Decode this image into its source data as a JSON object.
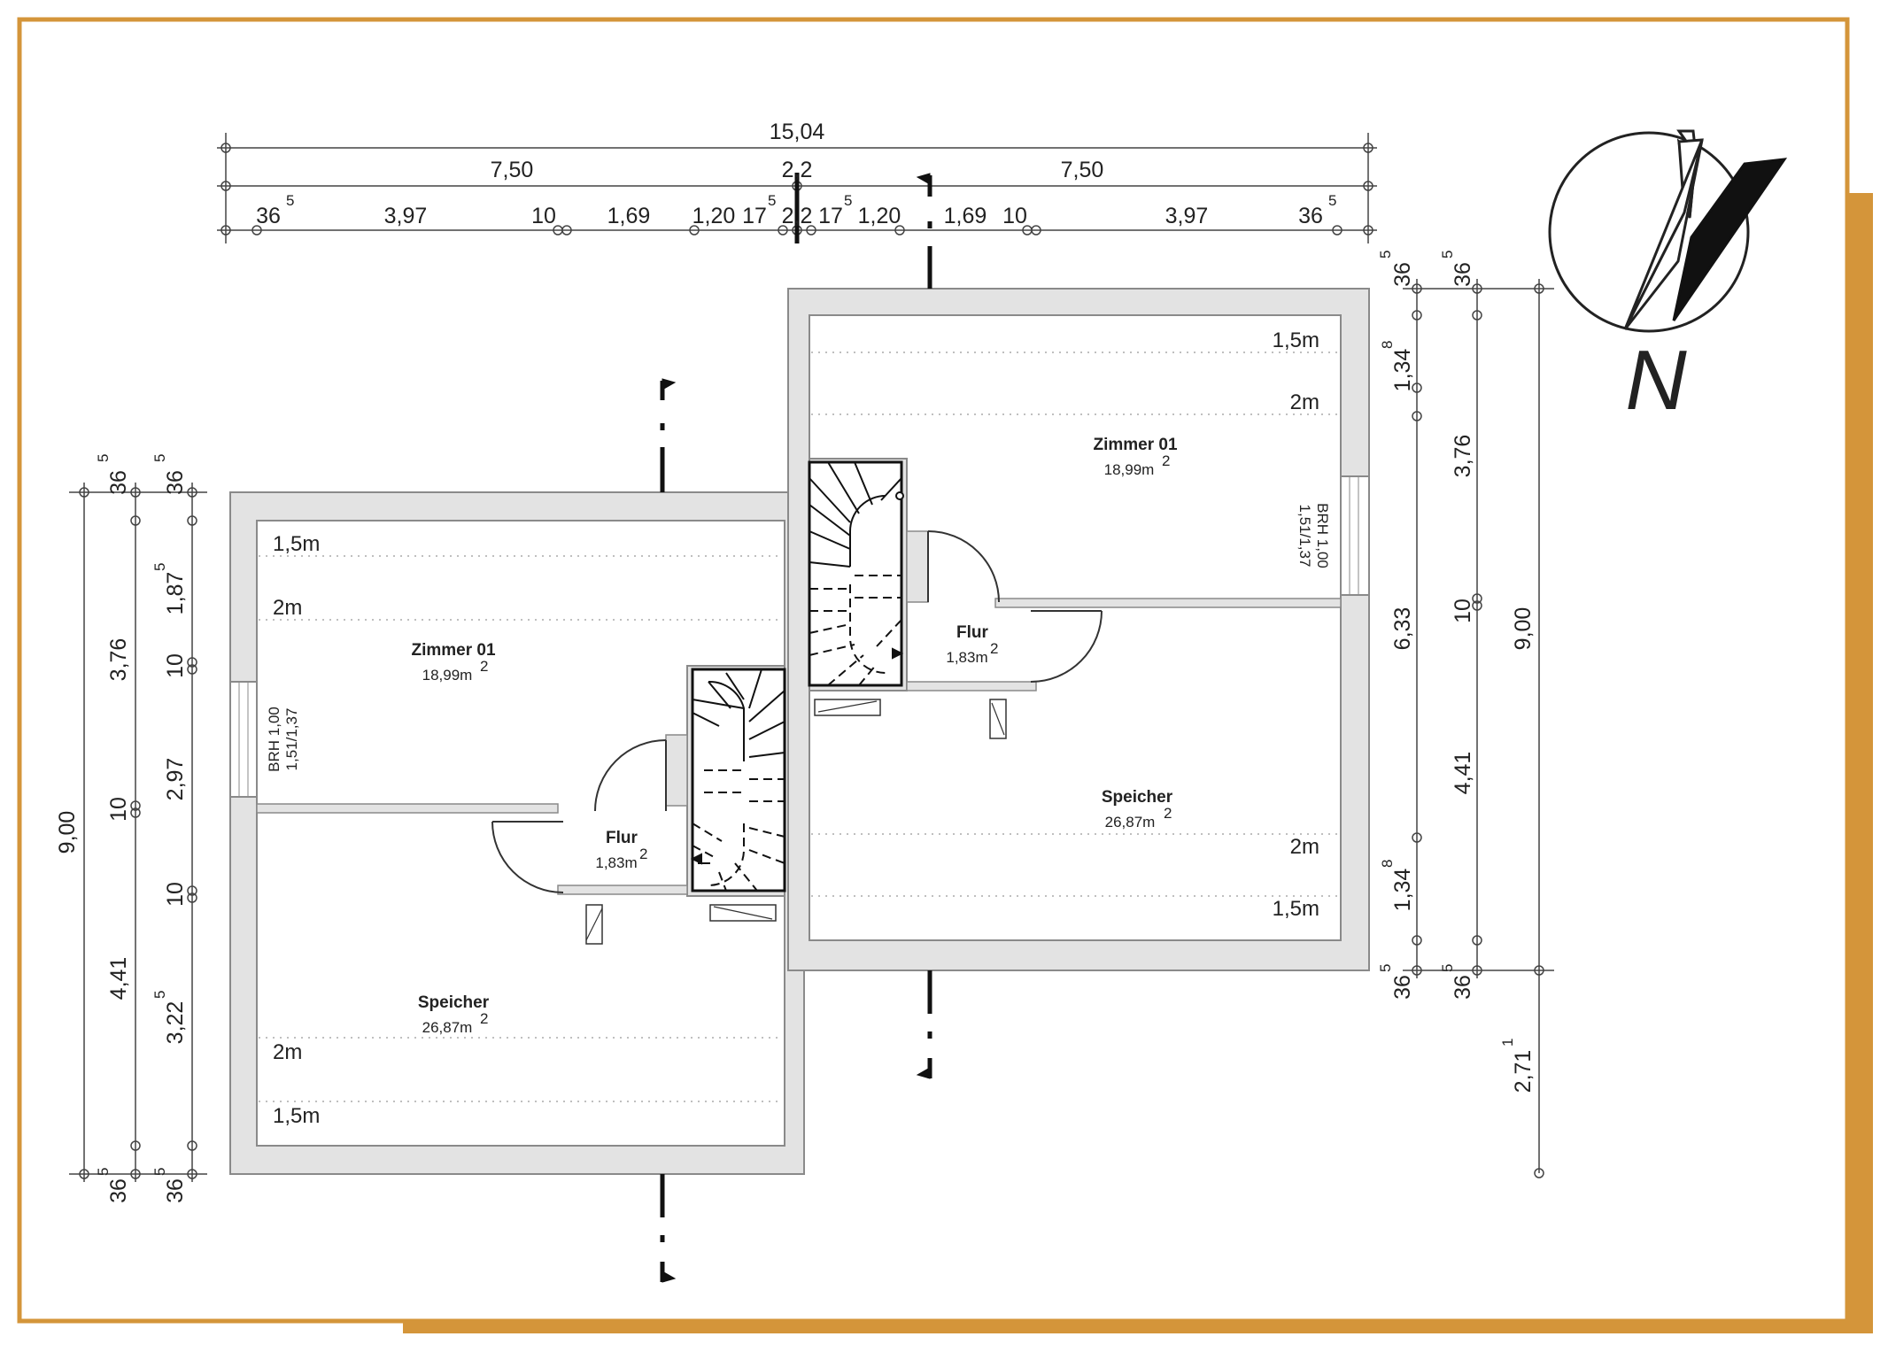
{
  "colors": {
    "frame": "#d4953a",
    "wall_fill": "#e3e3e3",
    "wall_stroke": "#8a8a8a",
    "line": "#333333",
    "dotted": "#999999"
  },
  "compass": {
    "label": "N",
    "icon": "north-arrow-icon"
  },
  "plan_a": {
    "rooms": {
      "zimmer": {
        "name": "Zimmer 01",
        "area": "18,99m",
        "sup": "2"
      },
      "flur": {
        "name": "Flur",
        "area": "1,83m",
        "sup": "2"
      },
      "speicher": {
        "name": "Speicher",
        "area": "26,87m",
        "sup": "2"
      }
    },
    "heights": {
      "h15_top": "1,5m",
      "h2_top": "2m",
      "h2_bottom": "2m",
      "h15_bottom": "1,5m"
    },
    "window": {
      "line1": "BRH 1,00",
      "line2": "1,51/1,37"
    }
  },
  "plan_b": {
    "rooms": {
      "zimmer": {
        "name": "Zimmer 01",
        "area": "18,99m",
        "sup": "2"
      },
      "flur": {
        "name": "Flur",
        "area": "1,83m",
        "sup": "2"
      },
      "speicher": {
        "name": "Speicher",
        "area": "26,87m",
        "sup": "2"
      }
    },
    "heights": {
      "h15_top": "1,5m",
      "h2_top": "2m",
      "h2_bottom": "2m",
      "h15_bottom": "1,5m"
    },
    "window": {
      "line1": "BRH 1,00",
      "line2": "1,51/1,37"
    }
  },
  "dims_top": {
    "overall": "15,04",
    "half_left": "7,50",
    "center": "2,2",
    "half_right": "7,50",
    "row3": {
      "wall_l": "36",
      "wall_l_sup": "5",
      "seg1": "3,97",
      "gap1": "10",
      "seg2": "1,69",
      "seg3": "1,20",
      "c1": "17",
      "c1_sup": "5",
      "c2": "2,2",
      "c3": "17",
      "c3_sup": "5",
      "seg4": "1,20",
      "seg5": "1,69",
      "gap2": "10",
      "seg6": "3,97",
      "wall_r": "36",
      "wall_r_sup": "5"
    }
  },
  "dims_left": {
    "outer": "9,00",
    "mid": [
      "36",
      "3,76",
      "10",
      "4,41",
      "36"
    ],
    "mid_sup": [
      "5",
      "",
      "",
      "",
      "5"
    ],
    "inner": [
      "36",
      "1,87",
      "10",
      "2,97",
      "10",
      "3,22",
      "36"
    ],
    "inner_sup": [
      "5",
      "5",
      "",
      "",
      "",
      "5",
      "5"
    ]
  },
  "dims_right": {
    "inner": [
      "36",
      "1,34",
      "6,33",
      "1,34",
      "36"
    ],
    "inner_sup": [
      "5",
      "8",
      "",
      "8",
      "5"
    ],
    "mid": [
      "36",
      "3,76",
      "10",
      "4,41",
      "36"
    ],
    "mid_sup": [
      "5",
      "",
      "",
      "",
      "5"
    ],
    "outer": "9,00",
    "extra": "2,71",
    "extra_sup": "1"
  }
}
